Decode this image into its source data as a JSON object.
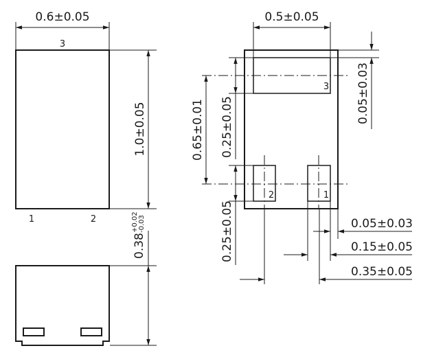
{
  "top_view": {
    "width_dim": "0.6±0.05",
    "height_dim": "1.0±0.05",
    "pin_top": "3",
    "pin_bottom_left": "1",
    "pin_bottom_right": "2"
  },
  "side_view": {
    "thickness_base": "0.38",
    "thickness_tol_upper": "+0.02",
    "thickness_tol_lower": "-0.03"
  },
  "bottom_view": {
    "width_dim": "0.5±0.05",
    "pitch_dim": "0.65±0.01",
    "pad3_height_dim": "0.25±0.05",
    "pad12_height_dim": "0.25±0.05",
    "edge_gap_dim": "0.05±0.03",
    "right_edge_dim": "0.05±0.03",
    "pad_width_dim": "0.15±0.05",
    "pad_span_dim": "0.35±0.05",
    "pad3_label": "3",
    "pad2_label": "2",
    "pad1_label": "1"
  }
}
